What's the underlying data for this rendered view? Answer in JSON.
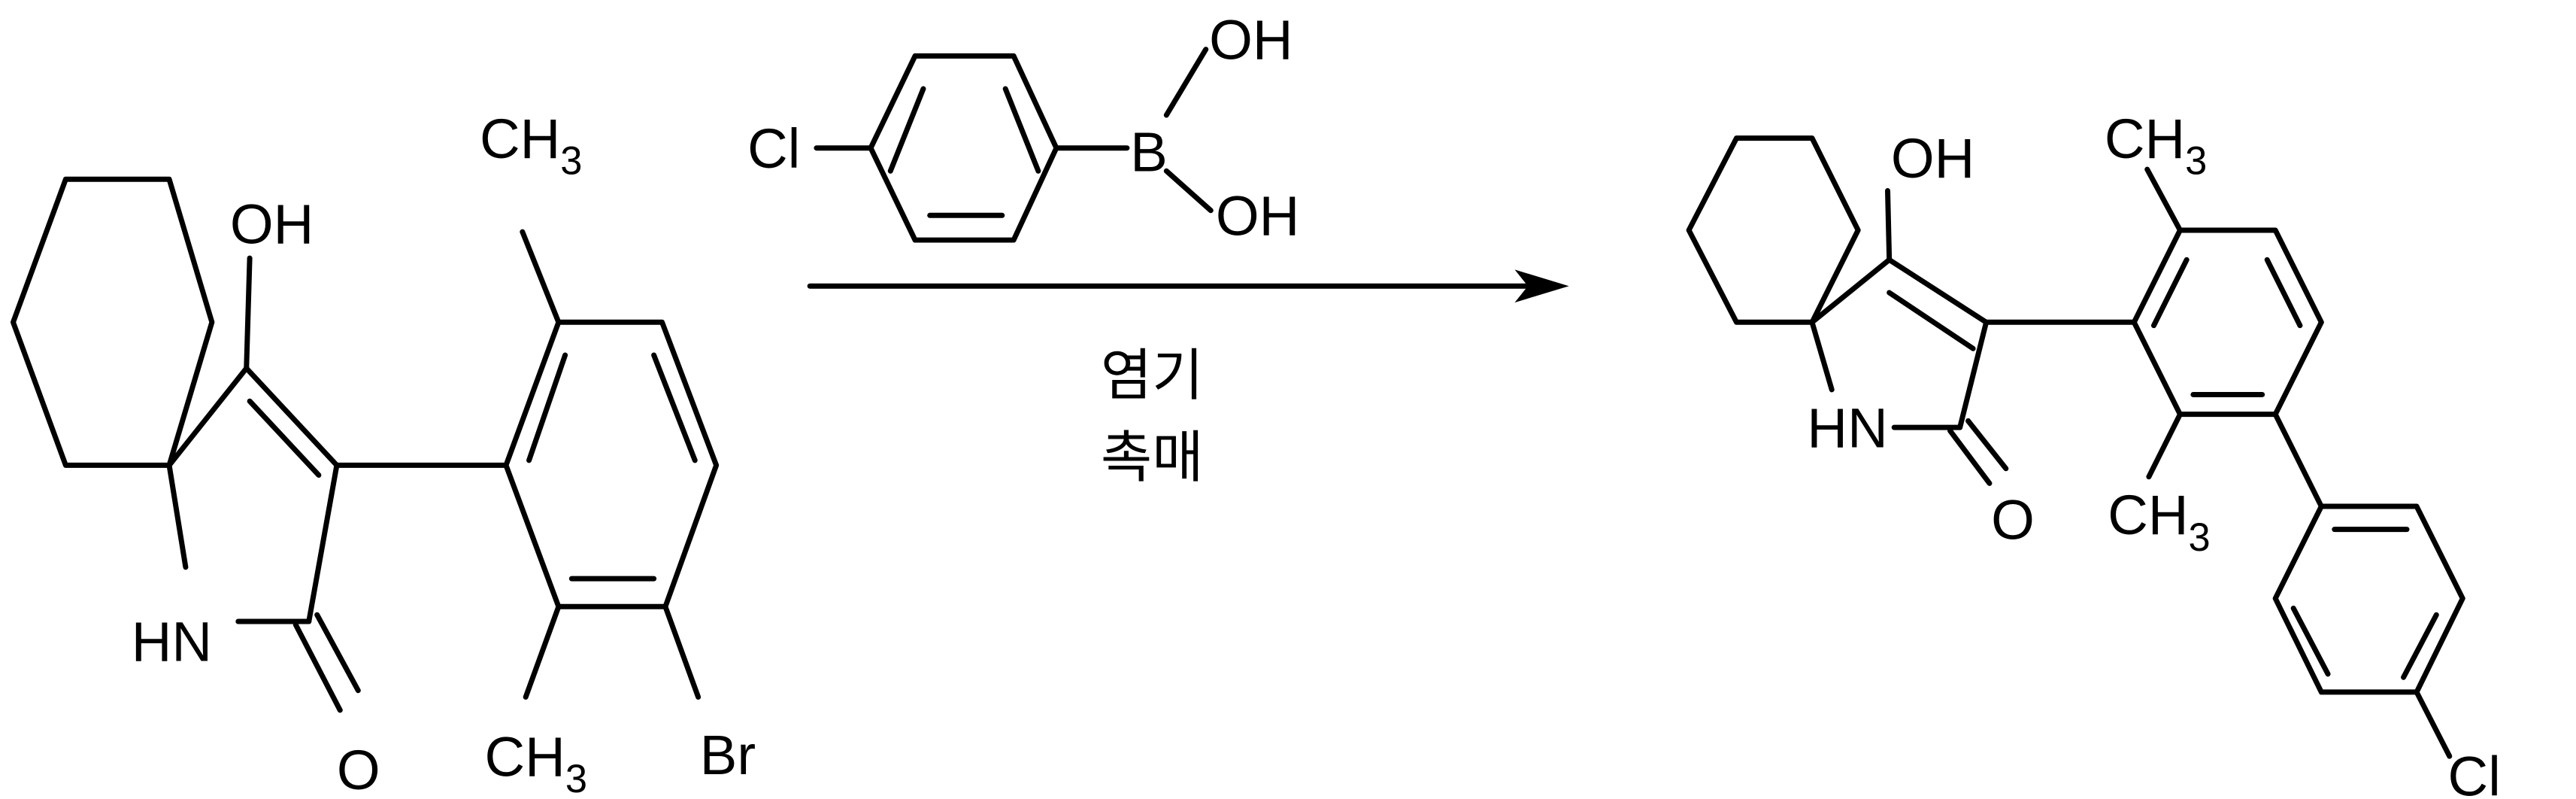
{
  "diagram": {
    "type": "chemical-reaction-scheme",
    "reactant": {
      "name": "spiro enol lactam aryl bromide",
      "labels": {
        "oh": "OH",
        "hn": "HN",
        "o": "O",
        "ch3_top": "CH",
        "ch3_top_sub": "3",
        "ch3_bottom": "CH",
        "ch3_bottom_sub": "3",
        "br": "Br"
      }
    },
    "reagent": {
      "name": "4-chlorophenylboronic acid",
      "labels": {
        "cl": "Cl",
        "b": "B",
        "oh1": "OH",
        "oh2": "OH"
      }
    },
    "conditions": {
      "line1": "염기",
      "line2": "촉매"
    },
    "product": {
      "name": "biaryl product",
      "labels": {
        "oh": "OH",
        "hn": "HN",
        "o": "O",
        "ch3_top": "CH",
        "ch3_top_sub": "3",
        "ch3_bottom": "CH",
        "ch3_bottom_sub": "3",
        "cl": "Cl"
      }
    },
    "arrow": {
      "direction": "right"
    }
  }
}
